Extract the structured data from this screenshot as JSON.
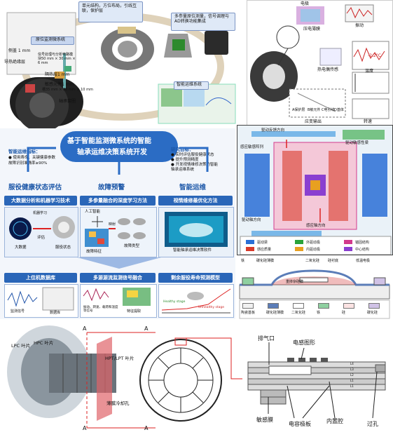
{
  "panel1": {
    "callout_top": "单元结构，方位布局，引线互联，保护层",
    "callout_right": "多参量原位测量，信号调理与AD转换功能集成",
    "sensor_box_title": "原位监测微系统",
    "sensor_labels": [
      "侧盖 1 mm",
      "信号处理与分析电路模块50 mm × 30 mm × 6 mm",
      "导热绝缘层",
      "隔热层1 mm",
      "敏感元件1 mm",
      "槽35 mm × 35 mm × 10 mm",
      "轴承套圈"
    ],
    "system_box_title": "智能运维系统"
  },
  "panel2": {
    "labels": [
      "电极",
      "压电薄膜",
      "振动",
      "热电偶传感",
      "温度",
      "-2.2°C",
      "A保护层",
      "B敏元件",
      "C电引线",
      "D基体",
      "应变输出",
      "转速"
    ]
  },
  "center": {
    "title_line1": "基于智能监测微系统的智能",
    "title_line2": "轴承运维决策系统开发",
    "left_goal_title": "智能运维指标：",
    "left_goal_items": [
      "● 使用寿命、关键健康参数",
      "  故障识别准确率≥90%"
    ],
    "right_goal_title": "研究目标：",
    "right_goal_items": [
      "● 实时评估服役健康状态",
      "● 提升预测精度",
      "● 开发视情维修决策的智能",
      "  轴承运维系统"
    ],
    "col1": {
      "head": "服役健康状态评估",
      "bar": "大数据分析和机器学习技术",
      "labels": [
        "机器学习",
        "大数据",
        "评估",
        "服役状态"
      ]
    },
    "col2": {
      "head": "故障预警",
      "bar": "多参量融合的深度学习方法",
      "labels": [
        "人工智能",
        "映射",
        "故障特征",
        "故障类型"
      ]
    },
    "col3": {
      "head": "智能运维",
      "bar": "视情维修最优化方法",
      "labels": [
        "智能轴承运维决策软件"
      ]
    },
    "bottom": [
      {
        "bar": "上位机数据库",
        "labels": [
          "监测信号",
          "数据库"
        ]
      },
      {
        "bar": "多源源流监测信号融合",
        "labels": [
          "振动、转速、载荷和温度等信号",
          "特征提取"
        ]
      },
      {
        "bar": "剩余服役寿命预测模型",
        "labels": [
          "Healthy stage",
          "Unhealthy stage"
        ]
      }
    ]
  },
  "panel4": {
    "callouts": [
      "驱动反馈方向",
      "感应敏感阵列",
      "驱动敏感性梁",
      "驱动轴方向",
      "感应轴方向"
    ],
    "legend": [
      {
        "label": "驱动梁",
        "color": "#2a6fd6"
      },
      {
        "label": "外驱动极",
        "color": "#2aa33a"
      },
      {
        "label": "锚固结构",
        "color": "#d23a8c"
      },
      {
        "label": "感应质量",
        "color": "#d83a2a"
      },
      {
        "label": "内驱动极",
        "color": "#e8a020"
      },
      {
        "label": "中心结构",
        "color": "#8a3fd0"
      }
    ]
  },
  "panel5": {
    "labels": [
      "铁",
      "碳化硅薄膜",
      "二氧化硅",
      "硅衬底",
      "低温电极",
      "重掺杂硅膜"
    ],
    "legend": [
      "陶瓷基板",
      "碳化硅薄膜",
      "二氧化硅",
      "铁",
      "硅",
      "碳化硅"
    ]
  },
  "panel6": {
    "engine_labels": [
      "LPC 叶片",
      "HPC 叶片",
      "HPT/LPT 叶片",
      "薄膜冷却孔"
    ],
    "section_marks": [
      "A",
      "A",
      "A",
      "A"
    ],
    "right_labels": [
      "排气口",
      "电感图形",
      "敏感膜",
      "电容极板",
      "内置腔",
      "过孔"
    ],
    "layers": [
      "L4",
      "L3",
      "L2",
      "L1",
      "L1"
    ]
  }
}
